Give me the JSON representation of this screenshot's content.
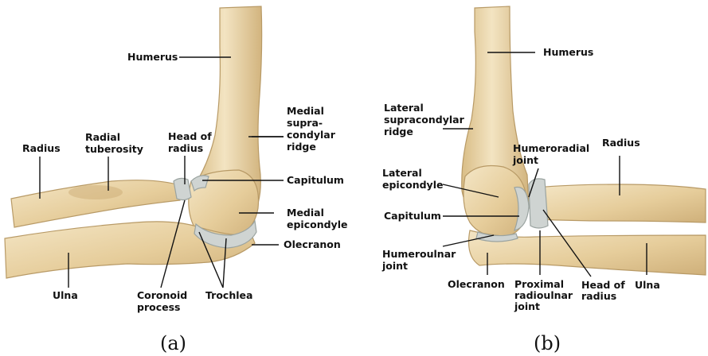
{
  "panel_a": {
    "caption": "(a)",
    "labels": {
      "humerus": "Humerus",
      "medial_supra": [
        "Medial",
        "supra-",
        "condylar",
        "ridge"
      ],
      "radius": "Radius",
      "radial_tuberosity": [
        "Radial",
        "tuberosity"
      ],
      "head_of_radius": [
        "Head of",
        "radius"
      ],
      "capitulum": "Capitulum",
      "medial_epicondyle": [
        "Medial",
        "epicondyle"
      ],
      "olecranon": "Olecranon",
      "ulna": "Ulna",
      "coronoid_process": [
        "Coronoid",
        "process"
      ],
      "trochlea": "Trochlea"
    }
  },
  "panel_b": {
    "caption": "(b)",
    "labels": {
      "humerus": "Humerus",
      "lateral_supra": [
        "Lateral",
        "supracondylar",
        "ridge"
      ],
      "humeroradial_joint": [
        "Humeroradial",
        "joint"
      ],
      "radius": "Radius",
      "lateral_epicondyle": [
        "Lateral",
        "epicondyle"
      ],
      "capitulum": "Capitulum",
      "humeroulnar_joint": [
        "Humeroulnar",
        "joint"
      ],
      "olecranon": "Olecranon",
      "proximal_radioulnar_joint": [
        "Proximal",
        "radioulnar",
        "joint"
      ],
      "head_of_radius": [
        "Head of",
        "radius"
      ],
      "ulna": "Ulna"
    }
  },
  "colors": {
    "bone_light": "#f2e2bd",
    "bone_mid": "#e3c995",
    "bone_dark": "#c9a970",
    "cartilage": "#cfd4d2",
    "text": "#111111"
  }
}
